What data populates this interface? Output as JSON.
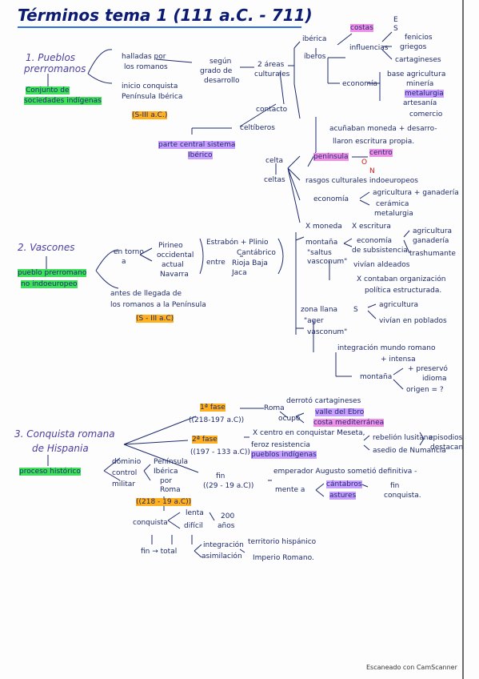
{
  "title": "Términos tema 1 (111 a.C. - 711)",
  "footer": "Escaneado con CamScanner",
  "s1": {
    "head": "1. Pueblos prerromanos",
    "head_a": "1. Pueblos",
    "head_b": "prerromanos",
    "box_a": "Conjunto de",
    "box_b": "sociedades indígenas",
    "halladas_a": "halladas por",
    "halladas_b": "los romanos",
    "inicio_a": "inicio conquista",
    "inicio_b": "Península Ibérica",
    "date": "(S-III a.C.)",
    "segun_a": "según",
    "segun_b": "grado de",
    "segun_c": "desarrollo",
    "dos_areas_a": "2 áreas",
    "dos_areas_b": "culturales",
    "contacto": "contacto",
    "celtiberos": "celtíberos",
    "parte_a": "parte central sistema",
    "parte_b": "Ibérico",
    "iberica": "ibérica",
    "iberos": "íberos",
    "costas": "costas",
    "e": "E",
    "s": "S",
    "influencias": "influencias",
    "fenicios": "fenicios",
    "griegos": "griegos",
    "cartagineses": "cartagineses",
    "economia": "economía",
    "base": "base agricultura",
    "mineria": "minería",
    "metalurgia": "metalurgia",
    "artesania": "artesanía",
    "comercio": "comercio",
    "acunaban_a": "acuñaban moneda + desarro-",
    "acunaban_b": "llaron escritura propia.",
    "celta": "celta",
    "celtas": "celtas",
    "peninsula": "península",
    "centro": "centro",
    "o": "O",
    "n": "N",
    "rasgos": "rasgos culturales indoeuropeos",
    "economia2": "economía",
    "agricultura_ganaderia": "agricultura + ganadería",
    "ceramica": "cerámica",
    "metalurgia2": "metalurgia",
    "x_moneda": "X moneda",
    "x_escritura": "X escritura"
  },
  "s2": {
    "head": "2. Vascones",
    "box_a": "pueblo prerromano",
    "box_b": "no indoeuropeo",
    "en_torno_a": "en torno",
    "en_torno_b": "a",
    "pirineo_a": "Pirineo",
    "pirineo_b": "occidental",
    "actual": "actual",
    "navarra": "Navarra",
    "estrabon": "Estrabón + Plinio",
    "entre": "entre",
    "cantabrico": "Cantábrico",
    "rioja": "Rioja Baja",
    "jaca": "Jaca",
    "antes_a": "antes de llegada de",
    "antes_b": "los romanos a la Península",
    "date": "(S - III a.C)",
    "montana": "montaña",
    "saltus_a": "\"saltus",
    "saltus_b": "vasconum\"",
    "econ_sub_a": "economía",
    "econ_sub_b": "de subsistencia",
    "agric": "agricultura",
    "ganad": "ganadería",
    "trashum": "trashumante",
    "vivian_aldeados": "vivían aldeados",
    "x_org_a": "X contaban organización",
    "x_org_b": "política estructurada.",
    "zona_llana": "zona llana",
    "s": "S",
    "ager_a": "\"ager",
    "ager_b": "vasconum\"",
    "agricultura": "agricultura",
    "vivian_poblados": "vivían en poblados",
    "integracion": "integración mundo romano",
    "intensa": "+ intensa",
    "montana2": "montaña",
    "preserv_a": "+ preservó",
    "preserv_b": "idioma",
    "origen": "origen = ?"
  },
  "s3": {
    "head_a": "3. Conquista romana",
    "head_b": "de Hispania",
    "box": "proceso histórico",
    "dominio_a": "dominio",
    "dominio_b": "control",
    "dominio_c": "militar",
    "pen_a": "Península",
    "pen_b": "Ibérica",
    "pen_c": "por",
    "pen_d": "Roma",
    "fase1": "1ª fase",
    "fase1_date": "((218-197 a.C))",
    "roma": "Roma",
    "derroto": "derrotó cartagineses",
    "ocupo": "ocupó",
    "valle": "valle del Ebro",
    "costa": "costa mediterránea",
    "fase2": "2ª fase",
    "fase2_date": "((197 - 133 a.C))",
    "x_centro": "X centro en conquistar Meseta,",
    "feroz": "feroz resistencia",
    "pueblos": "pueblos indígenas",
    "rebelion": "rebelión lusitana",
    "asedio": "asedio de Numancia",
    "episodios_a": "episodios",
    "episodios_b": "destacan",
    "fin": "fin",
    "fin_date": "((29 - 19 a.C))",
    "emperador": "emperador Augusto sometió definitiva -",
    "mente": "mente a",
    "cantabros": "cántabros",
    "astures": "astures",
    "fin_conq_a": "fin",
    "fin_conq_b": "conquista.",
    "total_date": "((218 - 19 a.C))",
    "conquista": "conquista",
    "lenta": "lenta",
    "dificil": "difícil",
    "anos_a": "200",
    "anos_b": "años",
    "fin_total": "fin → total",
    "integracion": "integración",
    "asimilacion": "asimilación",
    "territorio": "territorio hispánico",
    "imperio": "Imperio Romano."
  }
}
